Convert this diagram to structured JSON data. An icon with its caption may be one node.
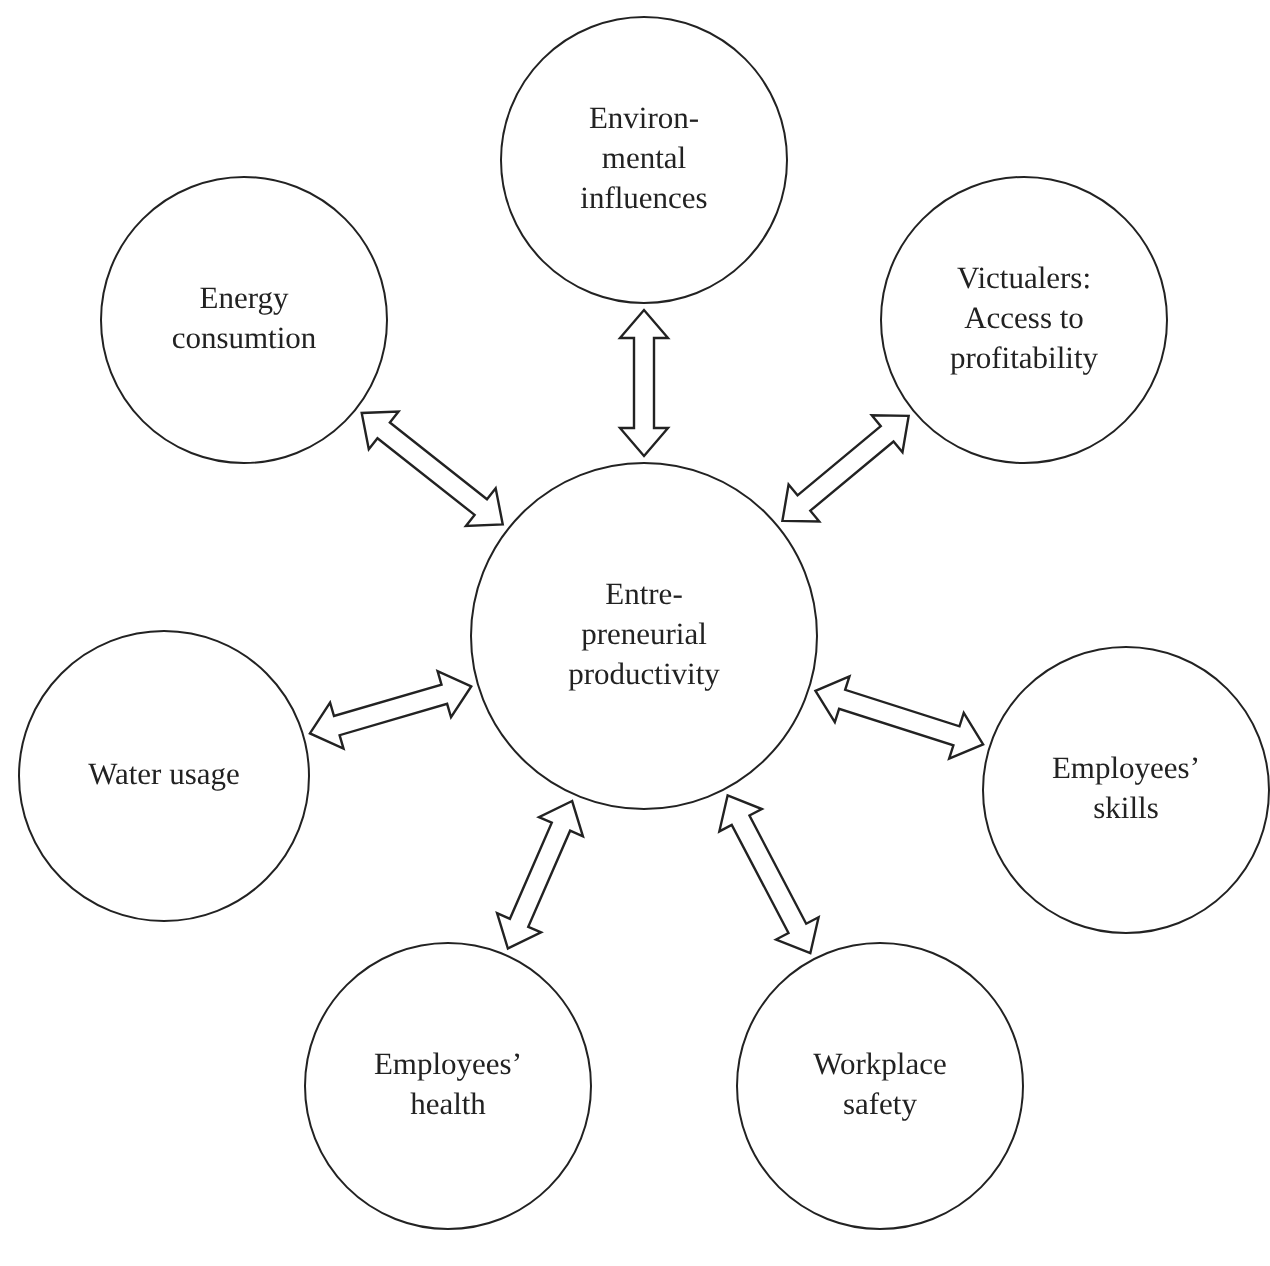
{
  "diagram": {
    "nodes": [
      {
        "text": [
          "Environ- mental influences"
        ]
      },
      {
        "text": [
          "Energy consumtion"
        ]
      },
      {
        "text": [
          "Victualers: Access to profitability"
        ]
      },
      {
        "text": [
          "Entre- preneurial productivity"
        ]
      },
      {
        "text": [
          "Water usage"
        ]
      },
      {
        "text": [
          "Employees’ skills"
        ]
      },
      {
        "text": [
          "Employees’ health"
        ]
      },
      {
        "text": [
          "Workplace safety"
        ]
      }
    ],
    "edges": [
      {
        "from": 3,
        "to": 0,
        "arrow": "both"
      },
      {
        "from": 3,
        "to": 1,
        "arrow": "both"
      },
      {
        "from": 3,
        "to": 2,
        "arrow": "both"
      },
      {
        "from": 3,
        "to": 4,
        "arrow": "both"
      },
      {
        "from": 3,
        "to": 5,
        "arrow": "both"
      },
      {
        "from": 3,
        "to": 6,
        "arrow": "both"
      },
      {
        "from": 3,
        "to": 7,
        "arrow": "both"
      }
    ]
  }
}
